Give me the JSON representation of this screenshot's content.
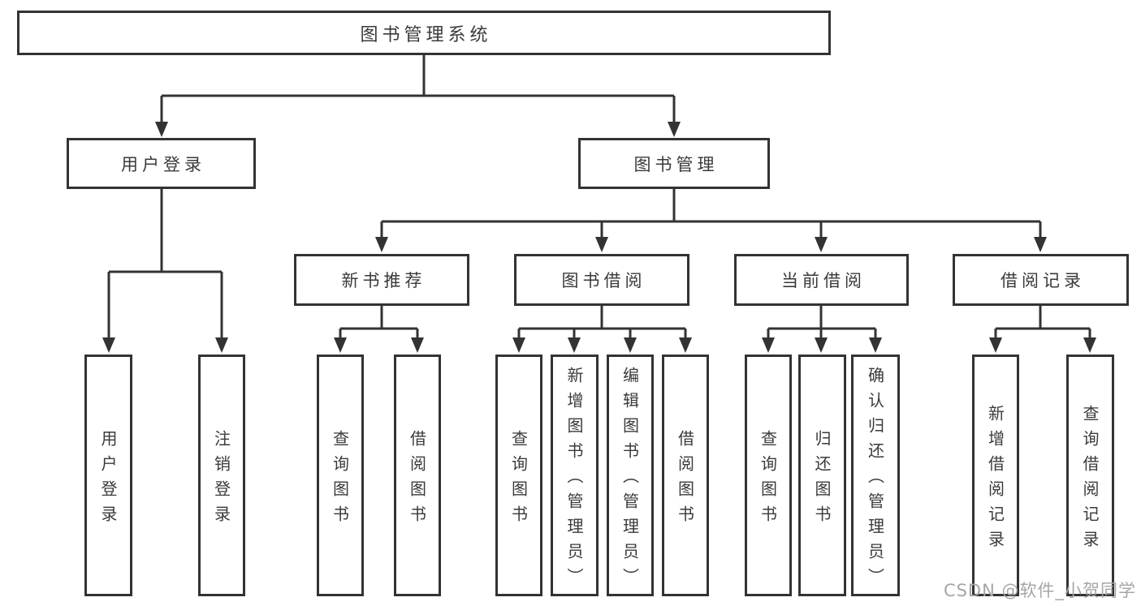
{
  "root": {
    "label": "图书管理系统"
  },
  "level2": {
    "user_login": {
      "label": "用户登录"
    },
    "book_management": {
      "label": "图书管理"
    }
  },
  "level3": {
    "new_book_recommend": {
      "label": "新书推荐"
    },
    "book_borrowing": {
      "label": "图书借阅"
    },
    "current_borrowing": {
      "label": "当前借阅"
    },
    "borrowing_records": {
      "label": "借阅记录"
    }
  },
  "leaves": {
    "user_login": [
      "用户登录",
      "注销登录"
    ],
    "new_book_recommend": [
      "查询图书",
      "借阅图书"
    ],
    "book_borrowing": [
      "查询图书",
      "新增图书（管理员）",
      "编辑图书（管理员）",
      "借阅图书"
    ],
    "current_borrowing": [
      "查询图书",
      "归还图书",
      "确认归还（管理员）"
    ],
    "borrowing_records": [
      "新增借阅记录",
      "查询借阅记录"
    ]
  },
  "watermark": {
    "text": "CSDN @软件_小贺同学"
  },
  "colors": {
    "line": "#333333",
    "box_border": "#333333",
    "text": "#3a3a3a",
    "background": "#ffffff",
    "watermark": "#a6a6a6"
  }
}
